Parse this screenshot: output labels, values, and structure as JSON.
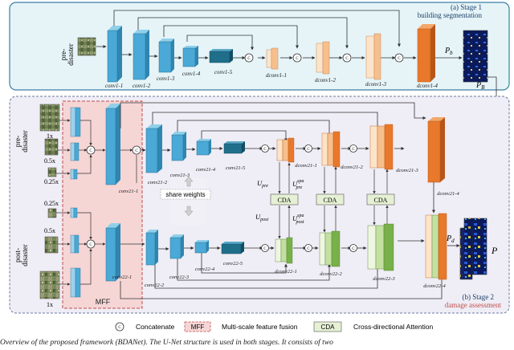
{
  "stage1": {
    "title_line1": "(a) Stage 1",
    "title_line2": "building segmentation",
    "input_label": "pre-\ndisaster",
    "layers": [
      "conv1-1",
      "conv1-2",
      "conv1-3",
      "conv1-4",
      "conv1-5",
      "dconv1-1",
      "dconv1-2",
      "dconv1-3",
      "dconv1-4"
    ],
    "pb_label": "P_b",
    "pB_label": "P_B"
  },
  "stage2": {
    "title_line1": "(b) Stage 2",
    "title_line2": "damage assessment",
    "pre_label": "pre-\ndisaster",
    "post_label": "post-\ndisaster",
    "scales_top": [
      "1x",
      "0.5x",
      "0.25x"
    ],
    "scales_bottom": [
      "0.25x",
      "0.5x",
      "1x"
    ],
    "pre_layers": [
      "conv21-1",
      "conv21-2",
      "conv21-3",
      "conv21-4",
      "conv21-5",
      "dconv21-1",
      "dconv21-2",
      "dconv21-3",
      "dconv21-4"
    ],
    "post_layers": [
      "conv22-1",
      "conv22-2",
      "conv22-3",
      "conv22-4",
      "conv22-5",
      "dconv22-1",
      "dconv22-2",
      "dconv22-3",
      "dconv22-4"
    ],
    "share_weights": "share weights",
    "cda": "CDA",
    "mff": "MFF",
    "u_pre": "U_pre",
    "u_spa_pre": "U^spa_pre",
    "u_post": "U_post",
    "u_spa_post": "U^spa_post",
    "pd_label": "P_d",
    "p_label": "P"
  },
  "legend": {
    "concat_symbol": "C",
    "concat_text": "Concatenate",
    "mff_box": "MFF",
    "mff_text": "Multi-scale feature fusion",
    "cda_box": "CDA",
    "cda_text": "Cross-directional Attention"
  },
  "caption": "Overview of the proposed framework (BDANet). The U-Net structure is used in both stages. It consists of two",
  "colors": {
    "stage1_bg": "#e6f4f8",
    "stage1_border": "#3a7ea0",
    "stage2_bg": "#efedf5",
    "mff_bg": "#f6d5d5",
    "mff_border": "#c0504d",
    "conv_blue": "#4aa9d6",
    "conv_dark": "#1f6f8b",
    "dconv_orange": "#e8782a",
    "dconv_light": "#f6c08e",
    "dconv_green": "#78b04a",
    "cda_bg": "#e6f0d4"
  }
}
